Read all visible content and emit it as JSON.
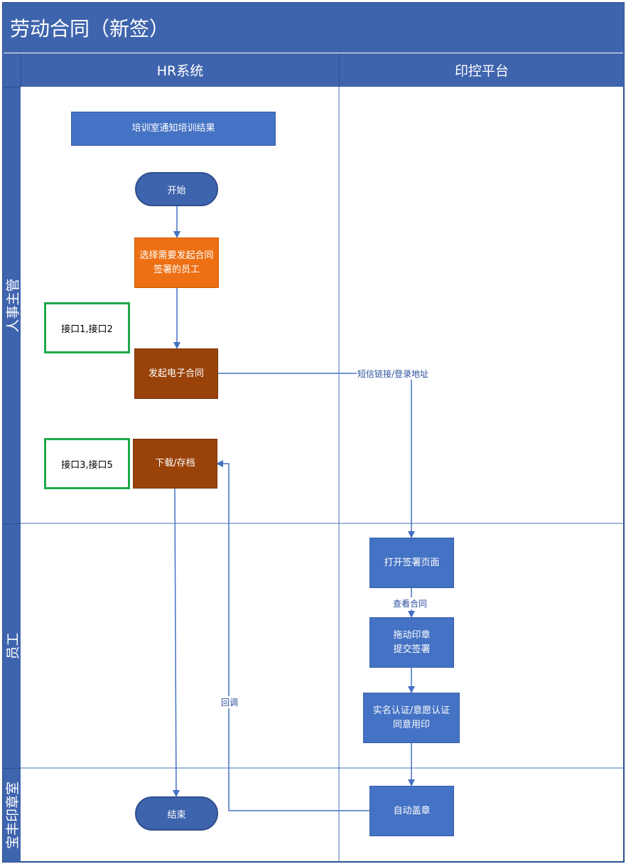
{
  "title": "劳动合同（新签）",
  "columns": [
    {
      "id": "hr",
      "label": "HR系统"
    },
    {
      "id": "seal",
      "label": "印控平台"
    }
  ],
  "lanes": [
    {
      "id": "hr-manager",
      "label": "人事主管"
    },
    {
      "id": "employee",
      "label": "员工"
    },
    {
      "id": "seal-room",
      "label": "宝丰印章室"
    }
  ],
  "nodes": {
    "notify": "培训室通知培训结果",
    "start": "开始",
    "select": "选择需要发起合同\n签署的员工",
    "initiate": "发起电子合同",
    "download": "下载/存档",
    "open_page": "打开签署页面",
    "drag_seal": "拖动印章\n提交签署",
    "verify": "实名认证/意愿认证\n同意用印",
    "auto_seal": "自动盖章",
    "end": "结束"
  },
  "notes": {
    "api12": "接口1,接口2",
    "api35": "接口3,接口5"
  },
  "edge_labels": {
    "sms": "短信链接/登录地址",
    "view": "查看合同",
    "callback": "回调"
  },
  "colors": {
    "header": "#3f64ae",
    "process_blue": "#4472c4",
    "process_orange": "#ed7014",
    "process_brown": "#99430a",
    "note_border": "#1ea84a",
    "connector": "#4472c4"
  }
}
